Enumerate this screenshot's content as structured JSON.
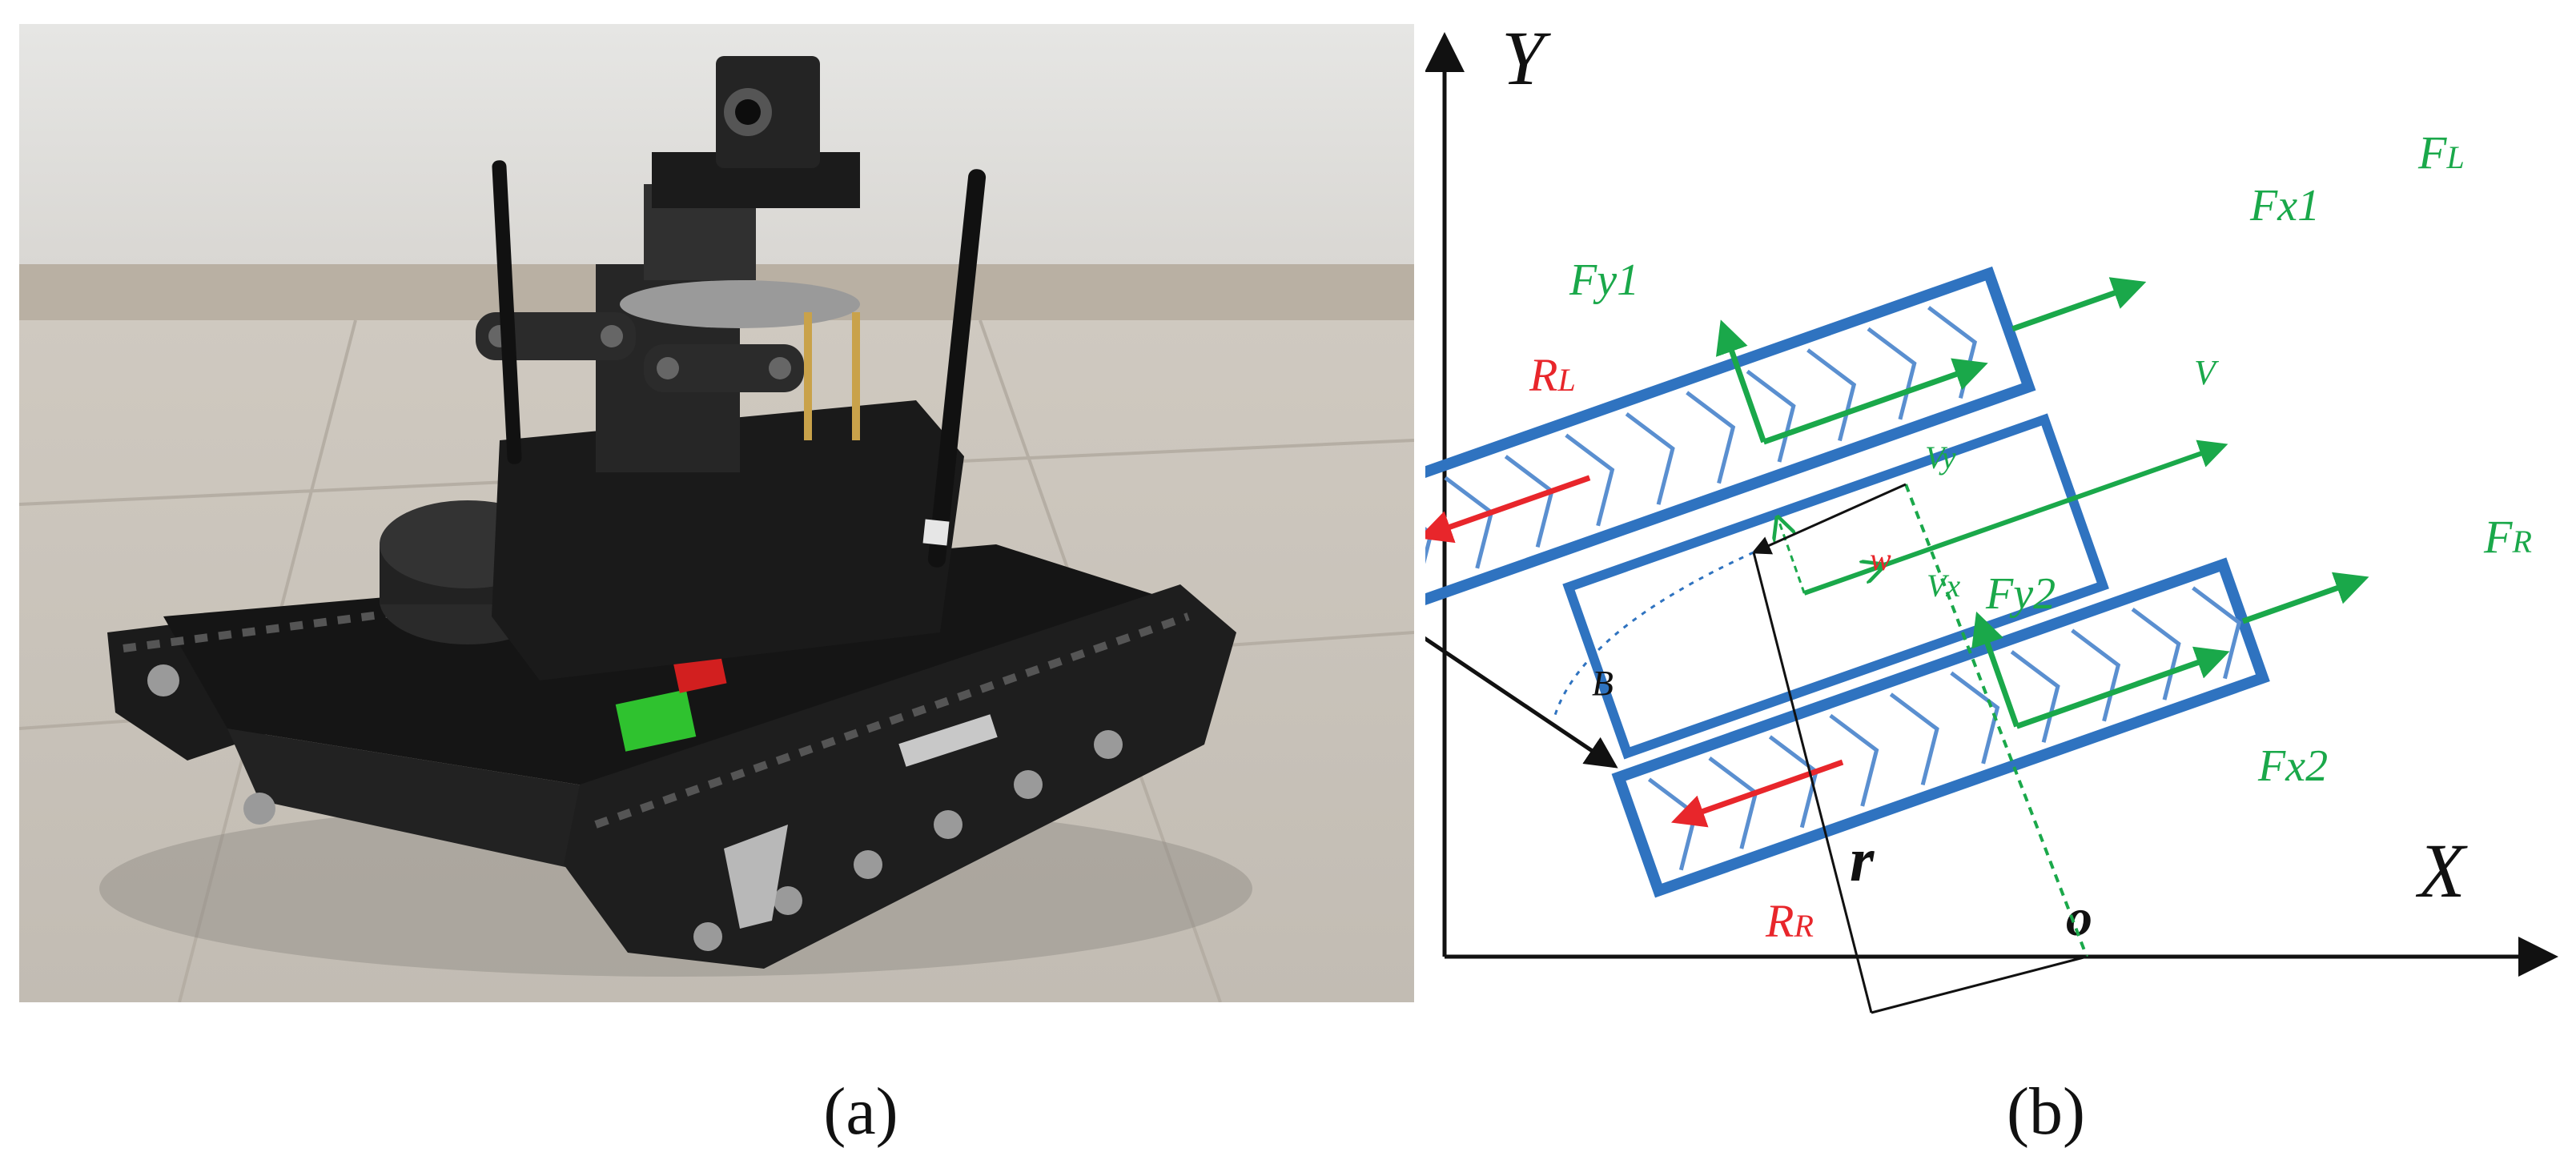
{
  "captions": {
    "a": "(a)",
    "b": "(b)"
  },
  "diagram": {
    "labels": {
      "y_axis": "Y",
      "x_axis": "X",
      "origin": "o",
      "radius": "r",
      "track_width": "B",
      "F_L_main": "F",
      "F_L_sub": "L",
      "F_R_main": "F",
      "F_R_sub": "R",
      "Fx1": "Fx1",
      "Fy1": "Fy1",
      "Fx2": "Fx2",
      "Fy2": "Fy2",
      "R_L_main": "R",
      "R_L_sub": "L",
      "R_R_main": "R",
      "R_R_sub": "R",
      "V": "V",
      "Vy": "Vy",
      "Vx": "Vx",
      "w": "w"
    },
    "colors": {
      "track_blue": "#2f73c0",
      "force_green": "#1aa84a",
      "resist_red": "#e8262b",
      "axis_black": "#111111"
    }
  },
  "photo": {
    "subject": "tracked-robot-icon"
  }
}
